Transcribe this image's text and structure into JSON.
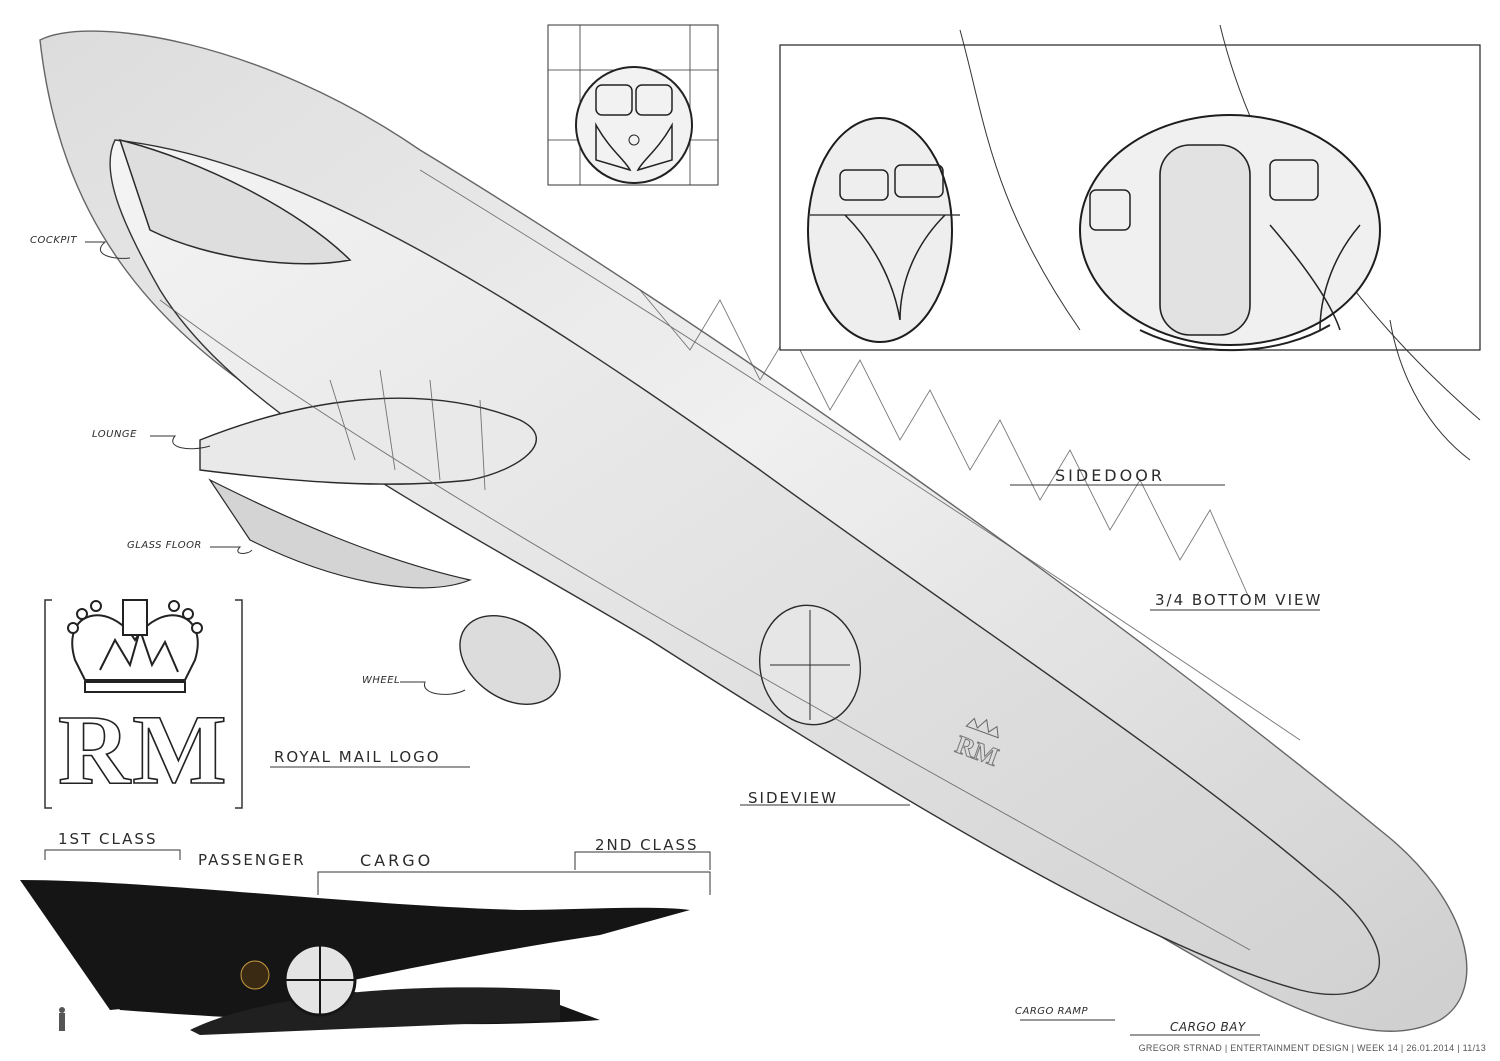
{
  "labels": {
    "cockpit": "COCKPIT",
    "lounge": "LOUNGE",
    "glass_floor": "GLASS FLOOR",
    "wheel": "WHEEL",
    "royal_mail_logo": "ROYAL MAIL LOGO",
    "sidedoor": "SIDEDOOR",
    "bottom_view": "3/4 BOTTOM VIEW",
    "first_class": "1ST CLASS",
    "passenger": "PASSENGER",
    "cargo": "CARGO",
    "second_class": "2ND CLASS",
    "sideview": "SIDEVIEW",
    "cargo_ramp": "CARGO RAMP",
    "cargo_bay": "CARGO BAY"
  },
  "logo": {
    "letters": "RM"
  },
  "footer": "GREGOR STRNAD | ENTERTAINMENT DESIGN | WEEK 14 | 26.01.2014 | 11/13",
  "colors": {
    "ink": "#2b2b2b",
    "hull_fill": "#e4e4e4",
    "hull_shade": "#cfcfcf",
    "silhouette": "#151515"
  },
  "icons": [
    "crown-icon",
    "pedestrian-icon"
  ]
}
